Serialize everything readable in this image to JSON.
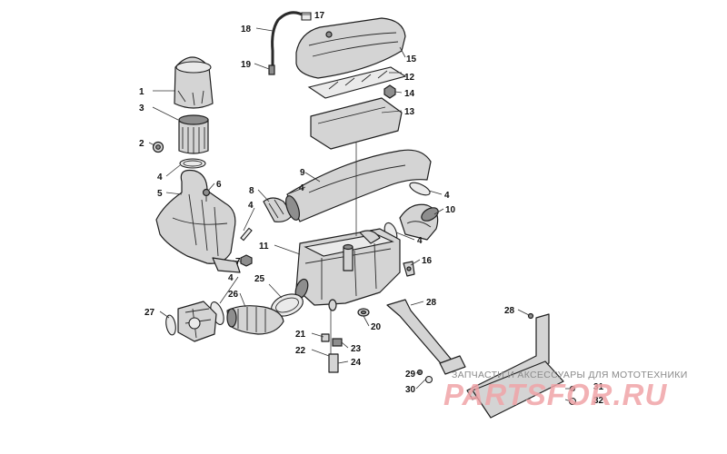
{
  "callouts": [
    {
      "id": "1",
      "text": "1"
    },
    {
      "id": "2",
      "text": "2"
    },
    {
      "id": "3",
      "text": "3"
    },
    {
      "id": "4",
      "text": "4"
    },
    {
      "id": "5",
      "text": "5"
    },
    {
      "id": "6",
      "text": "6"
    },
    {
      "id": "7",
      "text": "7"
    },
    {
      "id": "8",
      "text": "8"
    },
    {
      "id": "9",
      "text": "9"
    },
    {
      "id": "10",
      "text": "10"
    },
    {
      "id": "11",
      "text": "11"
    },
    {
      "id": "12",
      "text": "12"
    },
    {
      "id": "13",
      "text": "13"
    },
    {
      "id": "14",
      "text": "14"
    },
    {
      "id": "15",
      "text": "15"
    },
    {
      "id": "16",
      "text": "16"
    },
    {
      "id": "17",
      "text": "17"
    },
    {
      "id": "18",
      "text": "18"
    },
    {
      "id": "19",
      "text": "19"
    },
    {
      "id": "20",
      "text": "20"
    },
    {
      "id": "21",
      "text": "21"
    },
    {
      "id": "22",
      "text": "22"
    },
    {
      "id": "23",
      "text": "23"
    },
    {
      "id": "24",
      "text": "24"
    },
    {
      "id": "25",
      "text": "25"
    },
    {
      "id": "26",
      "text": "26"
    },
    {
      "id": "27",
      "text": "27"
    },
    {
      "id": "28",
      "text": "28"
    },
    {
      "id": "29",
      "text": "29"
    },
    {
      "id": "30",
      "text": "30"
    },
    {
      "id": "31",
      "text": "31"
    },
    {
      "id": "32",
      "text": "32"
    }
  ],
  "watermark": {
    "tagline": "ЗАПЧАСТИ И АКСЕССУАРЫ ДЛЯ МОТОТЕХНИКИ",
    "logo": "PARTSFOR.RU"
  },
  "colors": {
    "part_fill": "#d4d4d4",
    "part_dark": "#8e8e8e",
    "watermark_logo": "#f0a4a8"
  }
}
